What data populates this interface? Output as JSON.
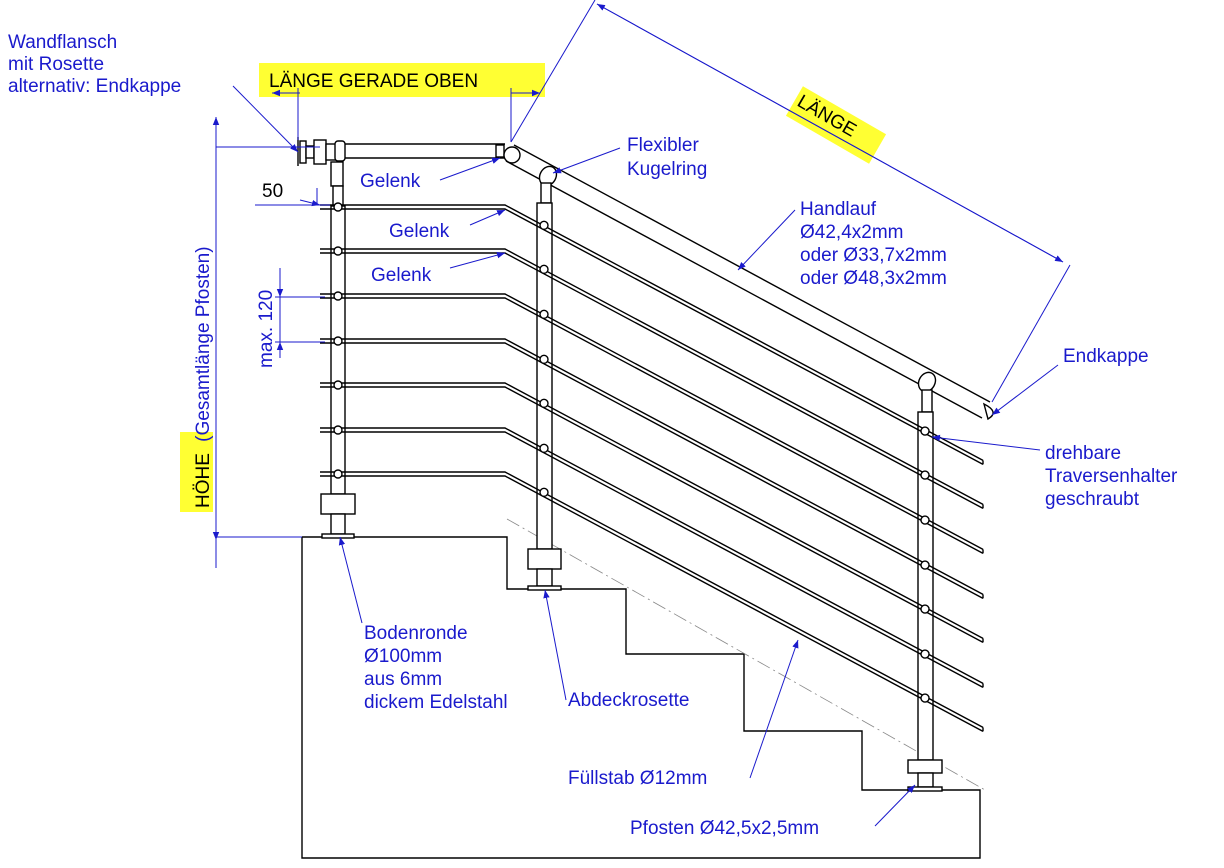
{
  "labels": {
    "wandflansch": [
      "Wandflansch",
      "mit Rosette",
      "alternativ: Endkappe"
    ],
    "laenge_gerade_oben": "LÄNGE GERADE OBEN",
    "laenge": "LÄNGE",
    "gelenk": "Gelenk",
    "flexibler": [
      "Flexibler",
      "Kugelring"
    ],
    "handlauf": [
      "Handlauf",
      "Ø42,4x2mm",
      "oder Ø33,7x2mm",
      "oder Ø48,3x2mm"
    ],
    "endkappe": "Endkappe",
    "traversenhalter": [
      "drehbare",
      "Traversenhalter",
      "geschraubt"
    ],
    "dim_50": "50",
    "max_120": "max. 120",
    "hoehe_main": "HÖHE",
    "hoehe_sub": "(Gesamtlänge Pfosten)",
    "bodenronde": [
      "Bodenronde",
      "Ø100mm",
      "aus 6mm",
      "dickem Edelstahl"
    ],
    "abdeckrosette": "Abdeckrosette",
    "fuellstab": "Füllstab Ø12mm",
    "pfosten": "Pfosten Ø42,5x2,5mm"
  },
  "colors": {
    "annotation": "#1a1acc",
    "highlight": "#ffff33",
    "lines": "#000000"
  }
}
